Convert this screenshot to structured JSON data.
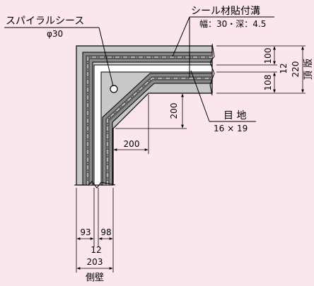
{
  "labels": {
    "sheath": "スパイラルシース",
    "sheath_diameter": "φ30",
    "sealant_groove": "シール材貼付溝",
    "groove_size": "幅：30・深：4.5",
    "joint": "目 地",
    "joint_size": "16 × 19",
    "top_slab": "頂 版",
    "side_wall": "側壁"
  },
  "dimensions": {
    "slab_upper": "100",
    "slab_gap": "12",
    "slab_lower": "108",
    "slab_total": "220",
    "haunch_vertical": "200",
    "haunch_horizontal": "200",
    "wall_left": "93",
    "wall_right": "98",
    "wall_gap": "12",
    "wall_total": "203"
  },
  "colors": {
    "background": "#fbe6ee",
    "concrete": "#c8c8c8",
    "inner_panel": "#ffffff",
    "line": "#000000"
  }
}
